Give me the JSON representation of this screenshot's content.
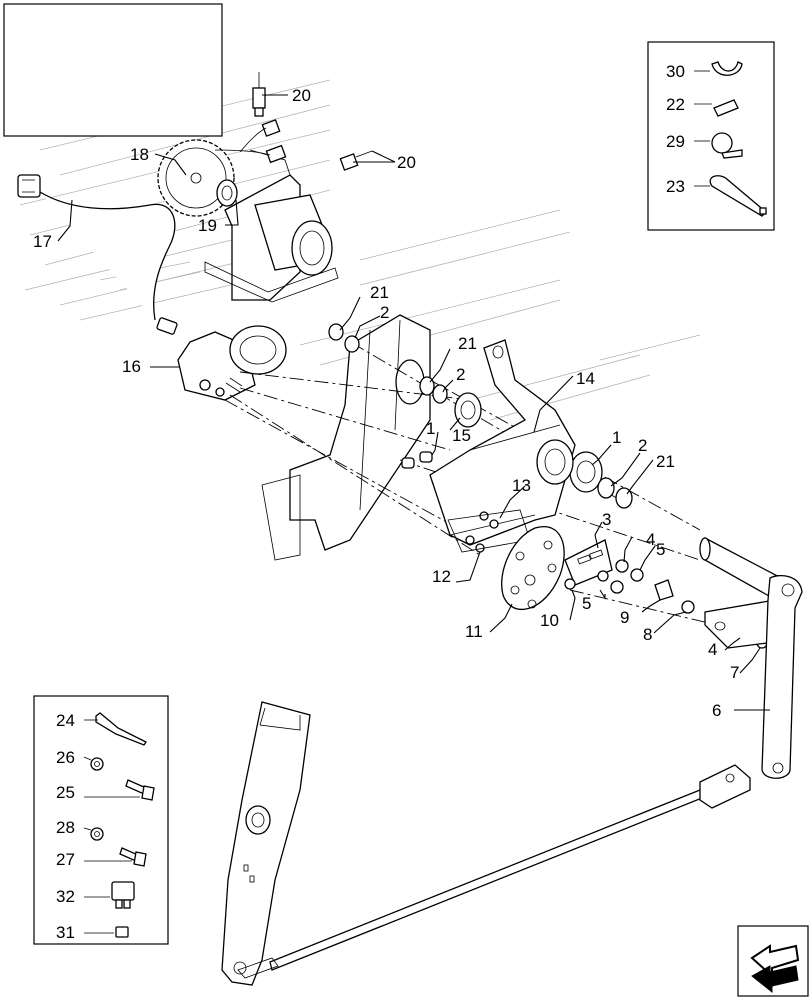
{
  "figure": {
    "callouts": [
      {
        "id": "c20a",
        "text": "20"
      },
      {
        "id": "c20b",
        "text": "20"
      },
      {
        "id": "c18",
        "text": "18"
      },
      {
        "id": "c17",
        "text": "17"
      },
      {
        "id": "c19",
        "text": "19"
      },
      {
        "id": "c21a",
        "text": "21"
      },
      {
        "id": "c2a",
        "text": "2"
      },
      {
        "id": "c16",
        "text": "16"
      },
      {
        "id": "c21b",
        "text": "21"
      },
      {
        "id": "c2b",
        "text": "2"
      },
      {
        "id": "c14",
        "text": "14"
      },
      {
        "id": "c1a",
        "text": "1"
      },
      {
        "id": "c15",
        "text": "15"
      },
      {
        "id": "c1b",
        "text": "1"
      },
      {
        "id": "c2c",
        "text": "2"
      },
      {
        "id": "c21c",
        "text": "21"
      },
      {
        "id": "c13",
        "text": "13"
      },
      {
        "id": "c3",
        "text": "3"
      },
      {
        "id": "c4a",
        "text": "4"
      },
      {
        "id": "c5a",
        "text": "5"
      },
      {
        "id": "c12",
        "text": "12"
      },
      {
        "id": "c5b",
        "text": "5"
      },
      {
        "id": "c9",
        "text": "9"
      },
      {
        "id": "c10",
        "text": "10"
      },
      {
        "id": "c11",
        "text": "11"
      },
      {
        "id": "c8",
        "text": "8"
      },
      {
        "id": "c4b",
        "text": "4"
      },
      {
        "id": "c7",
        "text": "7"
      },
      {
        "id": "c6",
        "text": "6"
      }
    ],
    "inset_clamps": [
      {
        "id": "c30",
        "text": "30"
      },
      {
        "id": "c22",
        "text": "22"
      },
      {
        "id": "c29",
        "text": "29"
      },
      {
        "id": "c23",
        "text": "23"
      }
    ],
    "inset_hardware": [
      {
        "id": "c24",
        "text": "24"
      },
      {
        "id": "c26",
        "text": "26"
      },
      {
        "id": "c25",
        "text": "25"
      },
      {
        "id": "c28",
        "text": "28"
      },
      {
        "id": "c27",
        "text": "27"
      },
      {
        "id": "c32",
        "text": "32"
      },
      {
        "id": "c31",
        "text": "31"
      }
    ]
  }
}
